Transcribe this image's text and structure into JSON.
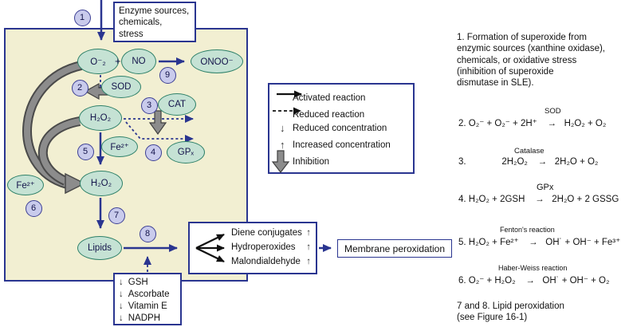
{
  "colors": {
    "panel_bg": "#f2efd2",
    "outline_navy": "#2a3590",
    "node_fill": "#c5e2d4",
    "node_border": "#2f8169",
    "step_fill": "#c9cbec",
    "step_border": "#3c3f94",
    "inhibition_gray": "#8c8c8c",
    "text": "#111111"
  },
  "top_box": {
    "lines": [
      "Enzyme sources,",
      "chemicals,",
      "stress"
    ]
  },
  "diagram": {
    "plus": "+",
    "nodes": {
      "o2": {
        "label": "O⁻₂"
      },
      "no": {
        "label": "NO"
      },
      "onoo": {
        "label": "ONOO⁻"
      },
      "sod": {
        "label": "SOD"
      },
      "cat": {
        "label": "CAT"
      },
      "h2o2_a": {
        "label": "H₂O₂"
      },
      "fe_a": {
        "label": "Fe²⁺"
      },
      "gpx": {
        "label": "GPₓ"
      },
      "fe_b": {
        "label": "Fe²⁺"
      },
      "h2o2_b": {
        "label": "H₂O₂"
      },
      "lipids": {
        "label": "Lipids"
      }
    },
    "steps": [
      "1",
      "2",
      "3",
      "4",
      "5",
      "6",
      "7",
      "8",
      "9"
    ]
  },
  "legend": {
    "items": [
      {
        "icon": "solid-right-arrow",
        "label": "Activated reaction"
      },
      {
        "icon": "dashed-right-arrow",
        "label": "Reduced reaction"
      },
      {
        "icon": "down-arrow-glyph",
        "glyph": "↓",
        "label": "Reduced concentration"
      },
      {
        "icon": "up-arrow-glyph",
        "glyph": "↑",
        "label": "Increased concentration"
      },
      {
        "icon": "thick-gray-down-arrow",
        "label": "Inhibition"
      }
    ]
  },
  "products_box": {
    "items": [
      {
        "label": "Diene conjugates",
        "change": "↑"
      },
      {
        "label": "Hydroperoxides",
        "change": "↑"
      },
      {
        "label": "Malondialdehyde",
        "change": "↑"
      }
    ]
  },
  "membrane_box": {
    "label": "Membrane peroxidation"
  },
  "depletion_box": {
    "items": [
      {
        "symbol": "↓",
        "label": "GSH"
      },
      {
        "symbol": "↓",
        "label": "Ascorbate"
      },
      {
        "symbol": "↓",
        "label": "Vitamin E"
      },
      {
        "symbol": "↓",
        "label": "NADPH"
      }
    ]
  },
  "reactions": {
    "r1": {
      "text": "1. Formation of superoxide from\nenzymic sources (xanthine oxidase),\nchemicals, or oxidative stress\n(inhibition of superoxide\ndismutase in SLE)."
    },
    "r2": {
      "label": "SOD",
      "eq": "2. O₂⁻ + O₂⁻ + 2H⁺    →   H₂O₂ + O₂"
    },
    "r3": {
      "label": "Catalase",
      "eq": "3.              2H₂O₂    →   2H₂O + O₂"
    },
    "r4": {
      "label": "GPx",
      "eq": "4. H₂O₂ + 2GSH    →   2H₂O + 2 GSSG"
    },
    "r5": {
      "label": "Fenton's reaction",
      "eq": "5. H₂O₂ + Fe²⁺    →   OH˙ + OH⁻ + Fe³⁺"
    },
    "r6": {
      "label": "Haber-Weiss reaction",
      "eq": "6. O₂⁻ + H₂O₂    →   OH˙ + OH⁻ + O₂"
    },
    "r78": {
      "text": "7 and 8. Lipid peroxidation\n(see Figure 16-1)"
    }
  }
}
